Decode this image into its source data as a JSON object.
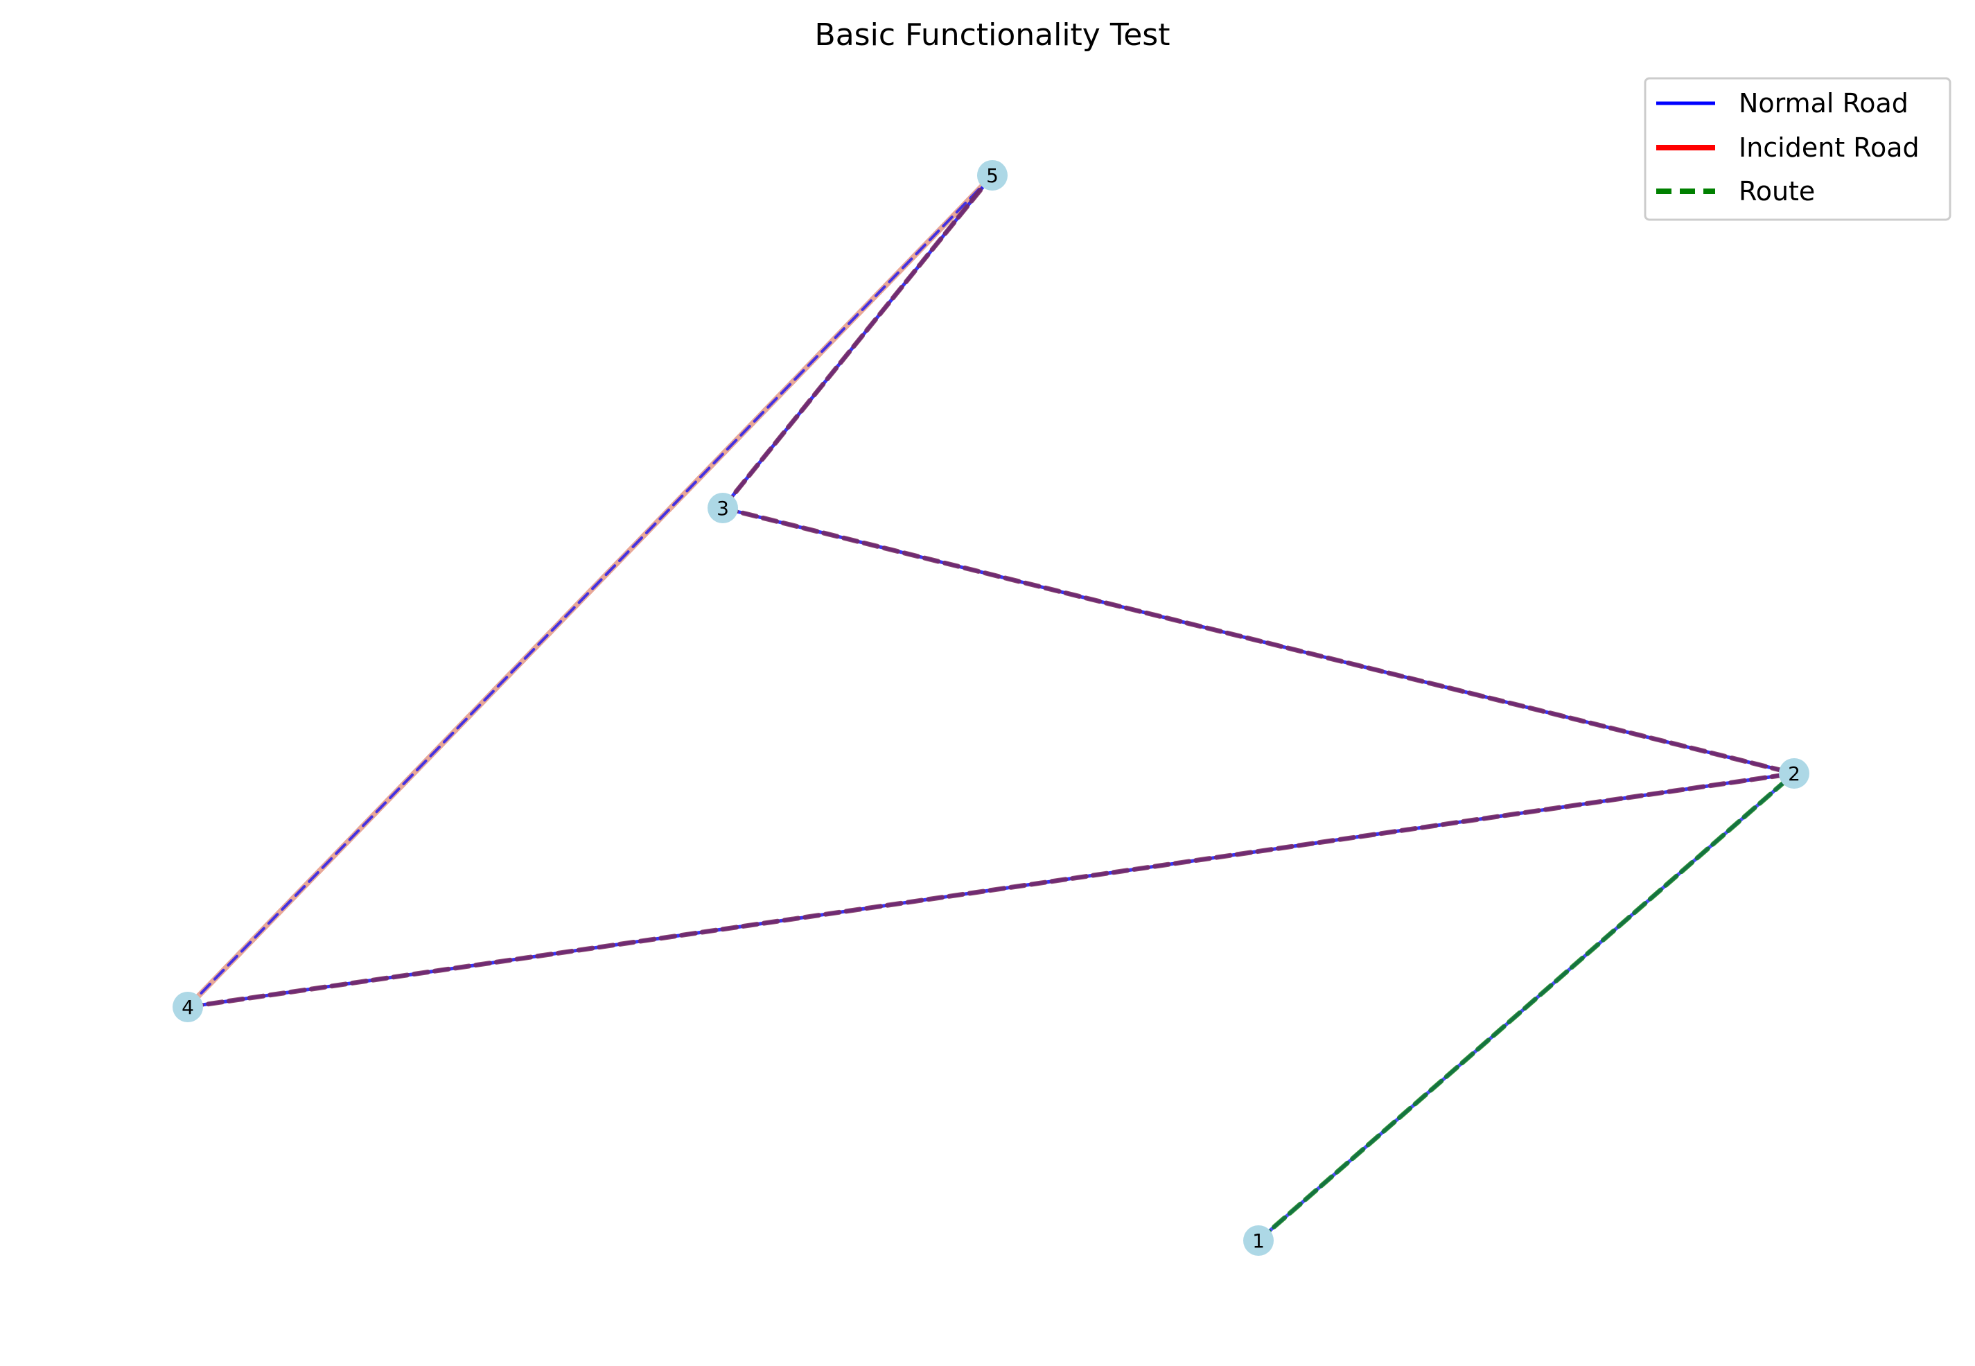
{
  "title": "Basic Functionality Test",
  "legend": {
    "items": [
      {
        "label": "Normal Road",
        "color": "#0000ff",
        "style": "solid"
      },
      {
        "label": "Incident Road",
        "color": "#ff0000",
        "style": "solid-thick"
      },
      {
        "label": "Route",
        "color": "#008000",
        "style": "dashed"
      }
    ]
  },
  "nodes": [
    {
      "id": "1",
      "label": "1"
    },
    {
      "id": "2",
      "label": "2"
    },
    {
      "id": "3",
      "label": "3"
    },
    {
      "id": "4",
      "label": "4"
    },
    {
      "id": "5",
      "label": "5"
    }
  ],
  "edges": [
    {
      "from": "4",
      "to": "5",
      "kind": "incident"
    },
    {
      "from": "3",
      "to": "5",
      "kind": "route"
    },
    {
      "from": "3",
      "to": "2",
      "kind": "route"
    },
    {
      "from": "4",
      "to": "2",
      "kind": "route"
    },
    {
      "from": "1",
      "to": "2",
      "kind": "route-green"
    }
  ],
  "colors": {
    "node_fill": "#add8e6",
    "normal": "#0000ff",
    "incident": "#ff0000",
    "incident_faded": "#e8a898",
    "route": "#008000",
    "route_overlay": "#7a2a5a"
  }
}
